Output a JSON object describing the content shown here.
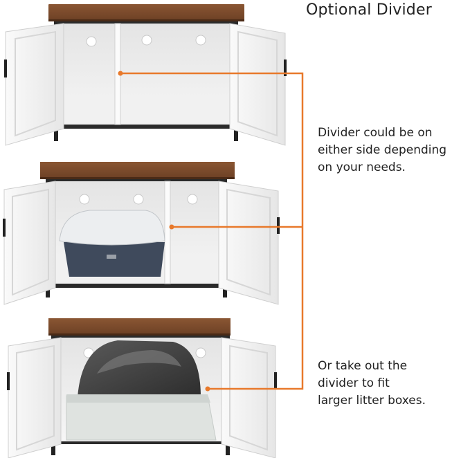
{
  "heading": "Optional Divider",
  "callouts": [
    {
      "lines": [
        "Divider could be on",
        "either side depending",
        "on your needs."
      ]
    },
    {
      "lines": [
        "Or take out the",
        "divider to fit",
        "larger litter boxes."
      ]
    }
  ],
  "colors": {
    "accent": "#e8792b",
    "wood_top": "#7a4a2c",
    "cabinet_white": "#f4f4f4",
    "frame_black": "#222222",
    "litter_box_gray": "#4a5566"
  }
}
